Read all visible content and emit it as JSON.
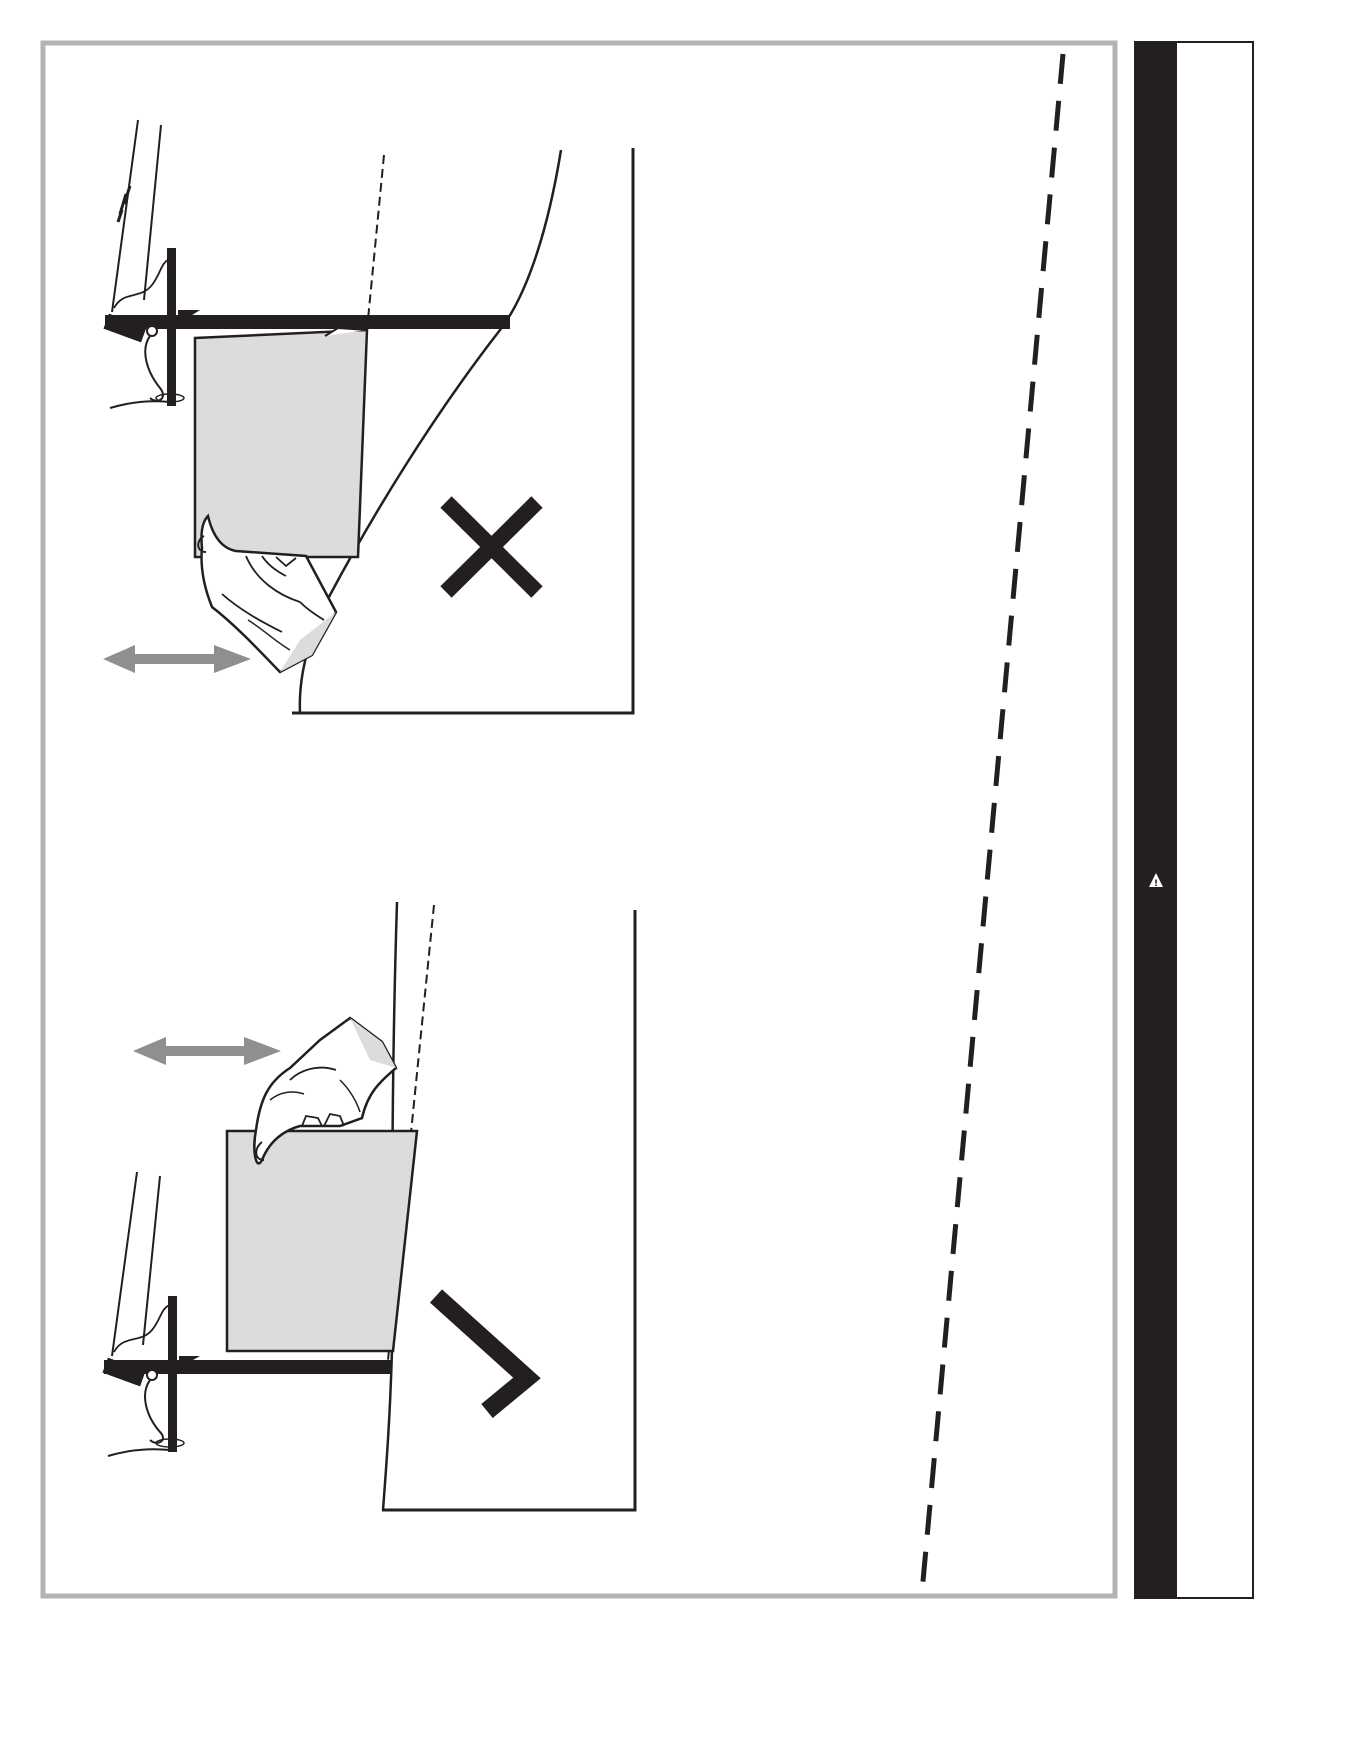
{
  "page": {
    "background": "#ffffff",
    "frame_color": "#b3b3b3",
    "ink_color": "#231f20",
    "fill_gray": "#dcdcdc",
    "arrow_gray": "#8f8f8f"
  },
  "sidebar": {
    "warning_glyph": "!",
    "warning_icon": "warning-triangle-icon"
  },
  "figures": [
    {
      "name": "incorrect-method",
      "verdict_icon": "cross-icon",
      "verdict": "incorrect"
    },
    {
      "name": "correct-method",
      "verdict_icon": "check-icon",
      "verdict": "correct"
    }
  ]
}
